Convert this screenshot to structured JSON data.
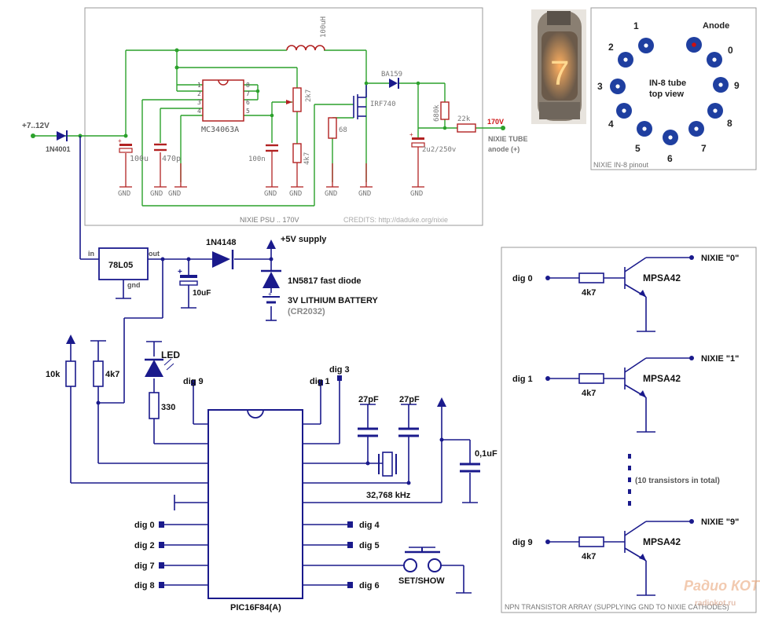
{
  "psu": {
    "input_label": "+7..12V",
    "input_diode": "1N4001",
    "inductor": "100uH",
    "ic": "MC34063A",
    "ic_pins_left": [
      "1",
      "2",
      "3",
      "4"
    ],
    "ic_pins_right": [
      "8",
      "7",
      "6",
      "5"
    ],
    "cap_in": "100u",
    "cap_timing": "470p",
    "cap_comp": "100n",
    "pot": "2k7",
    "res_4k7": "4k7",
    "res_68": "68",
    "diode": "BA159",
    "mosfet": "IRF740",
    "res_680k": "680k",
    "cap_out": "2u2/250v",
    "res_22k": "22k",
    "out_voltage": "170V",
    "out_label_1": "NIXIE TUBE",
    "out_label_2": "anode (+)",
    "gnd": "GND",
    "title": "NIXIE PSU .. 170V",
    "credits": "CREDITS: http://daduke.org/nixie"
  },
  "pinout": {
    "caption": "NIXIE IN-8 pinout",
    "center_line1": "IN-8 tube",
    "center_line2": "top view",
    "anode": "Anode",
    "pins": [
      "1",
      "2",
      "3",
      "4",
      "5",
      "6",
      "7",
      "8",
      "9",
      "0"
    ]
  },
  "regulator": {
    "name": "78L05",
    "in": "in",
    "out": "out",
    "gnd": "gnd",
    "cap": "10uF",
    "diode": "1N4148",
    "supply": "+5V supply",
    "schottky": "1N5817 fast diode",
    "battery": "3V LITHIUM BATTERY",
    "battery_type": "(CR2032)"
  },
  "mcu": {
    "name": "PIC16F84(A)",
    "r_10k": "10k",
    "r_4k7": "4k7",
    "led": "LED",
    "r_330": "330",
    "cap_27pf_a": "27pF",
    "cap_27pf_b": "27pF",
    "crystal": "32,768 kHz",
    "cap_01uf": "0,1uF",
    "button": "SET/SHOW",
    "dig_labels": [
      "dig 9",
      "dig 1",
      "dig 3",
      "dig 0",
      "dig 2",
      "dig 7",
      "dig 8",
      "dig 4",
      "dig 5",
      "dig 6"
    ]
  },
  "transistors": {
    "caption": "NPN TRANSISTOR ARRAY (SUPPLYING GND TO NIXIE CATHODES)",
    "model": "MPSA42",
    "resistor": "4k7",
    "rows": [
      {
        "input": "dig 0",
        "output": "NIXIE \"0\""
      },
      {
        "input": "dig 1",
        "output": "NIXIE \"1\""
      },
      {
        "input": "dig 9",
        "output": "NIXIE \"9\""
      }
    ],
    "note": "(10 transistors in total)"
  },
  "watermark": {
    "line1": "Радио КОТ",
    "line2": "radiokot.ru"
  },
  "tube_photo": {
    "digit": "7"
  },
  "colors": {
    "wire_green": "#2ba12b",
    "wire_blue": "#1a1a8c",
    "component_red": "#b22222",
    "pin_blue": "#1f3fa0",
    "anode_red": "#cc1010"
  }
}
